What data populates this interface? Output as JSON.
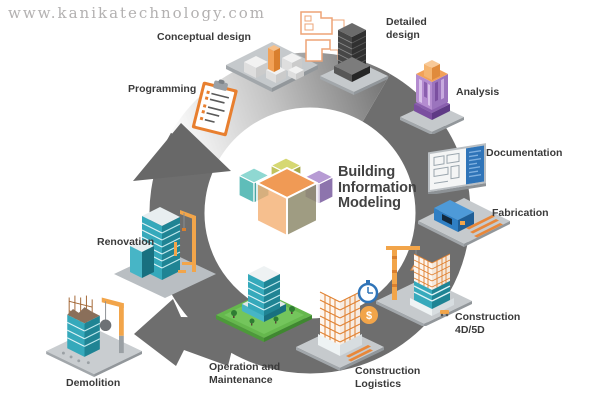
{
  "watermark": "www.kanikatechnology.com",
  "center": {
    "title": "Building Information Modeling"
  },
  "stages": [
    {
      "label": "Programming"
    },
    {
      "label": "Conceptual design"
    },
    {
      "label": "Detailed design"
    },
    {
      "label": "Analysis"
    },
    {
      "label": "Documentation"
    },
    {
      "label": "Fabrication"
    },
    {
      "label": "Construction 4D/5D"
    },
    {
      "label": "Construction Logistics"
    },
    {
      "label": "Operation and Maintenance"
    },
    {
      "label": "Demolition"
    },
    {
      "label": "Renovation"
    }
  ],
  "icons": {
    "dollar_symbol": "$"
  },
  "palette": {
    "ring_dark": "#6e6e6e",
    "ring_light": "#f8f8f8",
    "orange": "#f2a54a",
    "orange_deep": "#e0802f",
    "teal": "#35a9bb",
    "teal_dark": "#1f8494",
    "purple": "#a287c2",
    "yellow_green": "#c9cb5e",
    "blue": "#2f74b8",
    "green": "#65b84d",
    "label_text": "#3a3a3a"
  }
}
